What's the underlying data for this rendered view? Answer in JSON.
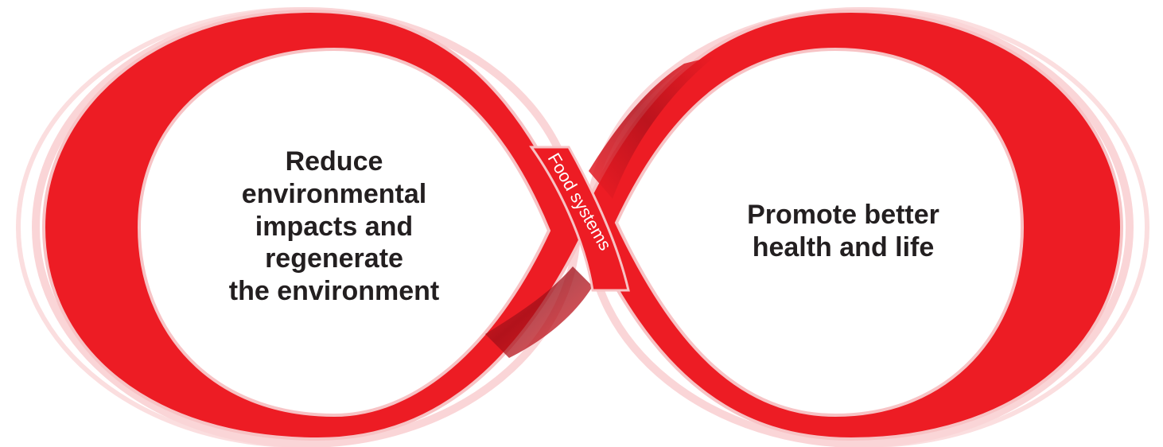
{
  "diagram": {
    "type": "infinity-loop",
    "center_label": "Food systems",
    "left_loop_text": "Reduce\nenvironmental\nimpacts and\nregenerate\nthe environment",
    "right_loop_text": "Promote better\nhealth and life"
  },
  "colors": {
    "ribbon": "#ed1c24",
    "ribbon_dark": "#9e0f18",
    "ribbon_light": "#f4a3a6",
    "text": "#231f20",
    "center_label_text": "#ffffff"
  }
}
